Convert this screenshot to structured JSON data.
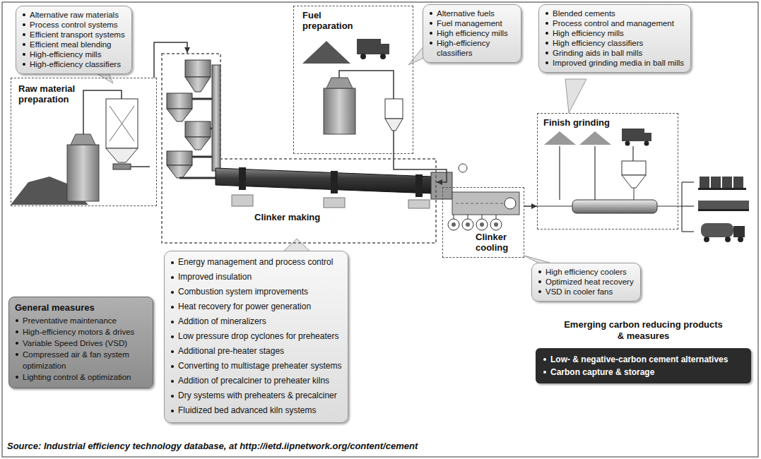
{
  "diagram": {
    "caption": "Source: Industrial efficiency technology database, at http://ietd.iipnetwork.org/content/cement",
    "nodes": [
      {
        "text": [
          "Raw material preparation"
        ]
      },
      {
        "text": [
          "Alternative raw materials",
          "Process control systems",
          "Efficient transport systems",
          "Efficient meal blending",
          "High-efficiency mills",
          "High-efficiency classifiers"
        ]
      },
      {
        "text": [
          "Fuel preparation"
        ]
      },
      {
        "text": [
          "Alternative fuels",
          "Fuel management",
          "High efficiency mills",
          "High-efficiency classifiers"
        ]
      },
      {
        "text": [
          "Clinker making"
        ]
      },
      {
        "text": [
          "Energy management and process control",
          "Improved insulation",
          "Combustion system improvements",
          "Heat recovery for power generation",
          "Addition of mineralizers",
          "Low pressure drop cyclones for preheaters",
          "Additional pre-heater stages",
          "Converting to multistage preheater systems",
          "Addition of precalciner to preheater kilns",
          "Dry systems with preheaters & precalciner",
          "Fluidized bed advanced kiln systems"
        ]
      },
      {
        "text": [
          "Clinker cooling"
        ]
      },
      {
        "text": [
          "High efficiency coolers",
          "Optimized heat recovery",
          "VSD in cooler fans"
        ]
      },
      {
        "text": [
          "Finish grinding"
        ]
      },
      {
        "text": [
          "Blended cements",
          "Process control and management",
          "High efficiency mills",
          "High efficiency classifiers",
          "Grinding aids in ball mills",
          "Improved grinding media in ball mills"
        ]
      },
      {
        "text": [
          "General measures",
          "Preventative maintenance",
          "High-efficiency motors & drives",
          "Variable Speed Drives (VSD)",
          "Compressed air & fan system optimization",
          "Lighting control & optimization"
        ]
      },
      {
        "text": [
          "Emerging carbon reducing products & measures",
          "Low- & negative-carbon cement alternatives",
          "Carbon capture & storage"
        ]
      }
    ],
    "edges": [
      {
        "from": 0,
        "to": 4,
        "arrow": "to"
      },
      {
        "from": 2,
        "to": 4,
        "arrow": "to"
      },
      {
        "from": 6,
        "to": 8,
        "arrow": "to"
      }
    ]
  }
}
